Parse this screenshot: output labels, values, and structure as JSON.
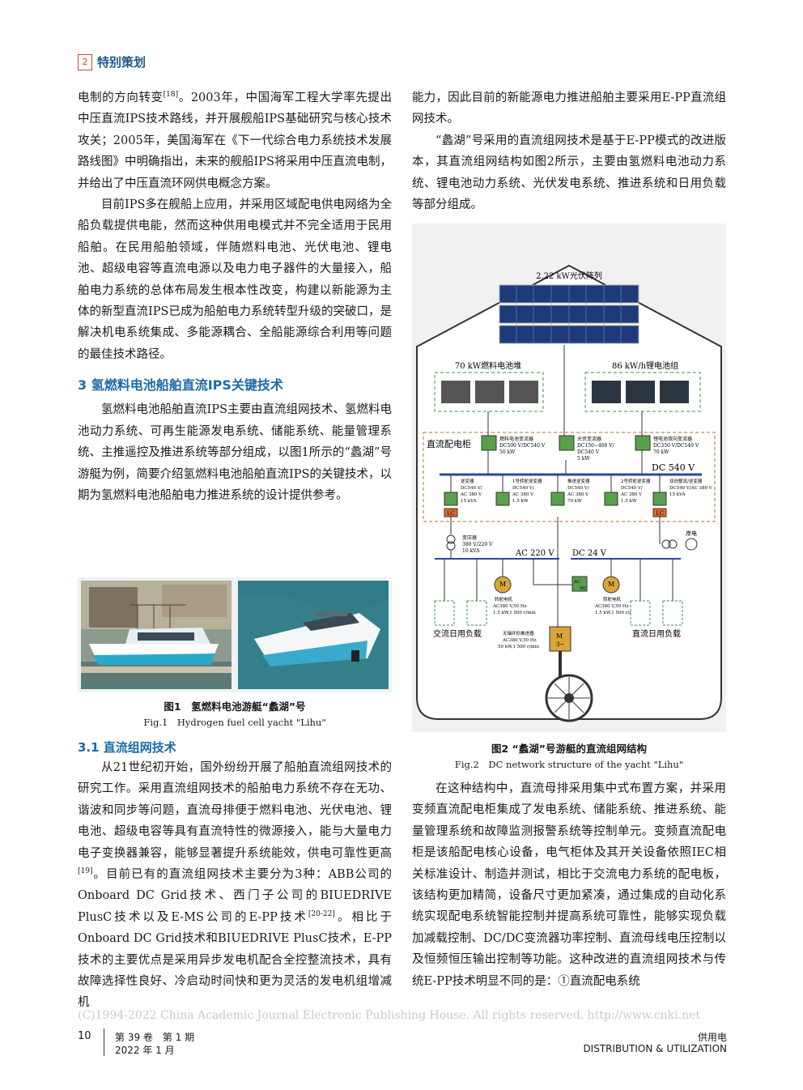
{
  "header": {
    "page_num": "2",
    "section": "特别策划"
  },
  "left_col": {
    "p1": "电制的方向转变",
    "p1_ref": "[18]",
    "p1b": "。2003年，中国海军工程大学率先提出中压直流IPS技术路线，并开展舰船IPS基础研究与核心技术攻关；2005年，美国海军在《下一代综合电力系统技术发展路线图》中明确指出，未来的舰船IPS将采用中压直流电制，并给出了中压直流环网供电概念方案。",
    "p2": "目前IPS多在舰船上应用，并采用区域配电供电网络为全船负载提供电能，然而这种供用电模式并不完全适用于民用船舶。在民用船舶领域，伴随燃料电池、光伏电池、锂电池、超级电容等直流电源以及电力电子器件的大量接入，船舶电力系统的总体布局发生根本性改变，构建以新能源为主体的新型直流IPS已成为船舶电力系统转型升级的突破口，是解决机电系统集成、多能源耦合、全船能源综合利用等问题的最佳技术路径。",
    "sec3": "3  氢燃料电池船舶直流IPS关键技术",
    "p3": "氢燃料电池船舶直流IPS主要由直流组网技术、氢燃料电池动力系统、可再生能源发电系统、储能系统、能量管理系统、主推遥控及推进系统等部分组成，以图1所示的“蠡湖”号游艇为例，简要介绍氢燃料电池船舶直流IPS的关键技术，以期为氢燃料电池船舶电力推进系统的设计提供参考。",
    "fig1_cn": "图1　氢燃料电池游艇“蠡湖”号",
    "fig1_en": "Fig.1　Hydrogen fuel cell yacht \"Lihu\"",
    "sec31": "3.1  直流组网技术",
    "p4a": "从21世纪初开始，国外纷纷开展了船舶直流组网技术的研究工作。采用直流组网技术的船舶电力系统不存在无功、谐波和同步等问题，直流母排便于燃料电池、光伏电池、锂电池、超级电容等具有直流特性的微源接入，能与大量电力电子变换器兼容，能够显著提升系统能效，供电可靠性更高",
    "p4_ref1": "[19]",
    "p4b": "。目前已有的直流组网技术主要分为3种：ABB公司的Onboard DC Grid技术、西门子公司的BIUEDRIVE PlusC技术以及E-MS公司的E-PP技术",
    "p4_ref2": "[20-22]",
    "p4c": "。相比于Onboard DC Grid技术和BIUEDRIVE PlusC技术，E-PP技术的主要优点是采用异步发电机配合全控整流技术，具有故障选择性良好、冷启动时间快和更为灵活的发电机组增减机"
  },
  "right_col": {
    "p1": "能力，因此目前的新能源电力推进船舶主要采用E-PP直流组网技术。",
    "p2": "“蠡湖”号采用的直流组网技术是基于E-PP模式的改进版本，其直流组网结构如图2所示，主要由氢燃料电池动力系统、锂电池动力系统、光伏发电系统、推进系统和日用负载等部分组成。",
    "fig2_cn": "图2 “蠡湖”号游艇的直流组网结构",
    "fig2_en": "Fig.2　DC network structure of the yacht \"Lihu\"",
    "p3": "在这种结构中，直流母排采用集中式布置方案，并采用变频直流配电柜集成了发电系统、储能系统、推进系统、能量管理系统和故障监测报警系统等控制单元。变频直流配电柜是该船配电核心设备，电气柜体及其开关设备依照IEC相关标准设计、制造并测试，相比于交流电力系统的配电板，该结构更加精简，设备尺寸更加紧凑，通过集成的自动化系统实现配电系统智能控制并提高系统可靠性，能够实现负载加减载控制、DC/DC变流器功率控制、直流母线电压控制以及恒频恒压输出控制等功能。这种改进的直流组网技术与传统E-PP技术明显不同的是：①直流配电系统"
  },
  "diagram": {
    "pv": "2.22 kW光伏阵列",
    "fc": "70 kW燃料电池堆",
    "li": "86 kW/h锂电池组",
    "cabinet": "直流配电柜",
    "conv_fc": [
      "燃料电池变流器",
      "DC500 V/DC540 V",
      "50 kW"
    ],
    "conv_pv": [
      "光伏变流器",
      "DC150~400 V/",
      "DC540 V",
      "5 kW"
    ],
    "conv_li": [
      "锂电池双向变流器",
      "DC350 V/DC540 V",
      "70 kW"
    ],
    "dc_bus": "DC 540 V",
    "inv1": [
      "逆变器",
      "DC540 V/",
      "AC 380 V",
      "15 kVA"
    ],
    "inv2": [
      "1号转舵逆变器",
      "DC540 V/",
      "AC 380 V",
      "1.5 kW"
    ],
    "inv3": [
      "推进逆变器",
      "DC540 V/",
      "AC 380 V",
      "70 kW"
    ],
    "inv4": [
      "2号转舵逆变器",
      "DC540 V/",
      "AC 380 V",
      "1.5 kW"
    ],
    "inv5": [
      "双向整流/逆变器",
      "DC540 V/AC 380 V",
      "15 kVA"
    ],
    "lc": "LC",
    "transformer": [
      "变压器",
      "380 V/220 V",
      "10 kVA"
    ],
    "shore": "岸电",
    "ac_bus": "AC 220 V",
    "dc24_bus": "DC 24 V",
    "acdc": [
      "AC",
      "DC"
    ],
    "m1": [
      "转舵电机",
      "AC380 V,50 Hz",
      "1.5 kW,1 500 r/min"
    ],
    "m2": [
      "转舵电机",
      "AC380 V,50 Hz",
      "1.5 kW,1 500 r/min"
    ],
    "main_m": [
      "无轴环形推进器",
      "AC380 V,50 Hz",
      "50 kW,1 500 r/min"
    ],
    "m_label": "M",
    "m_phase": "3~",
    "ac_load": "交流日用负载",
    "dc_load": "直流日用负载"
  },
  "cnki": "(C)1994-2022 China Academic Journal Electronic Publishing House. All rights reserved.    http://www.cnki.net",
  "footer": {
    "page": "10",
    "vol": "第 39 卷　第 1 期",
    "date": "2022 年 1 月",
    "journal_cn": "供用电",
    "journal_en": "DISTRIBUTION & UTILIZATION"
  }
}
